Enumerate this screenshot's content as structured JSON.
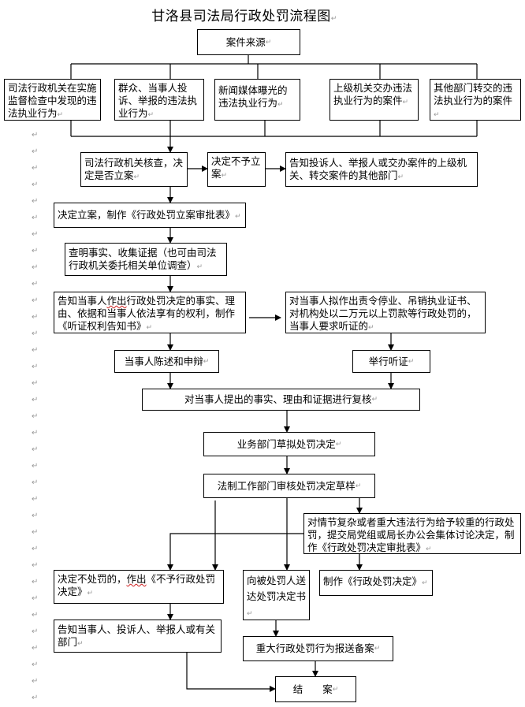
{
  "title": "甘洛县司法局行政处罚流程图",
  "paragraph_mark": "↵",
  "nodes": {
    "case_source": "案件来源",
    "source_1": "司法行政机关在实施监督检查中发现的违法执业行为",
    "source_2": "群众、当事人投诉、举报的违法执业行为",
    "source_3": "新闻媒体曝光的违法执业行为",
    "source_4": "上级机关交办违法执业行为的案件",
    "source_5": "其他部门转交的违法执业行为的案件",
    "review_filing": "司法行政机关核查，决定是否立案",
    "no_filing": "决定不予立案",
    "notify_no_filing": "告知投诉人、举报人或交办案件的上级机关、转交案件的其他部门",
    "file_case": "决定立案，制作《行政处罚立案审批表》",
    "investigate": "查明事实、收集证据（也可由司法行政机关委托相关单位调查）",
    "notify_party_a": "告知当事人",
    "notify_party_squiggle": "作出",
    "notify_party_b": "行政处罚决定的事实、理由、依据和当事人依法享有的权利，制作《听证权利告知书》",
    "hearing_condition": "对当事人拟作出责令停业、吊销执业证书、对机构处以二万元以上罚款等行政处罚的，当事人要求听证的",
    "statement_defense": "当事人陈述和申辩",
    "hold_hearing": "举行听证",
    "recheck": "对当事人提出的事实、理由和证据进行复核",
    "draft_decision": "业务部门草拟处罚决定",
    "legal_review": "法制工作部门审核处罚决定草样",
    "collective_discussion": "对情节复杂或者重大违法行为给予较重的行政处罚，提交局党组或局长办公会集体讨论决定，制作《行政处罚决定审批表》",
    "no_penalty_a": "决定不处罚的，",
    "no_penalty_squiggle": "作出",
    "no_penalty_b": "《不予行政处罚决定》",
    "deliver_decision": "向被处罚人送达处罚决定书",
    "make_decision": "制作《行政处罚决定》",
    "notify_parties_final": "告知当事人、投诉人、举报人或有关部门",
    "report_filing": "重大行政处罚行为报送备案",
    "close_case": "结　　案"
  }
}
